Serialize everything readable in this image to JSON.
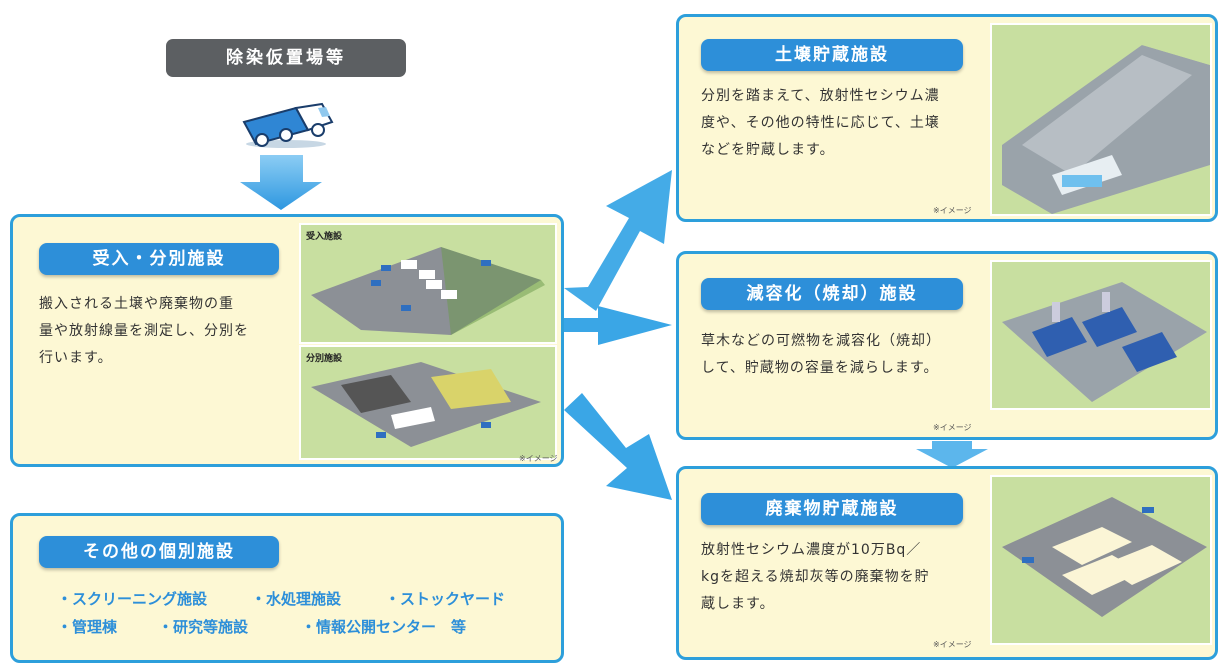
{
  "source": {
    "label": "除染仮置場等"
  },
  "intake": {
    "title": "受入・分別施設",
    "description": "搬入される土壌や廃棄物の重\n量や放射線量を測定し、分別を\n行います。",
    "image1_label": "受入施設",
    "image2_label": "分別施設",
    "note": "※イメージ"
  },
  "soil_storage": {
    "title": "土壌貯蔵施設",
    "description": "分別を踏まえて、放射性セシウム濃\n度や、その他の特性に応じて、土壌\nなどを貯蔵します。",
    "note": "※イメージ"
  },
  "volume_reduction": {
    "title": "減容化（焼却）施設",
    "description": "草木などの可燃物を減容化（焼却）\nして、貯蔵物の容量を減らします。",
    "note": "※イメージ"
  },
  "waste_storage": {
    "title": "廃棄物貯蔵施設",
    "description": "放射性セシウム濃度が10万Bq／\nkgを超える焼却灰等の廃棄物を貯\n蔵します。",
    "note": "※イメージ"
  },
  "other": {
    "title": "その他の個別施設",
    "items": [
      "・スクリーニング施設",
      "・水処理施設",
      "・ストックヤード",
      "・管理棟",
      "・研究等施設",
      "・情報公開センター　等"
    ]
  },
  "colors": {
    "accent": "#2d8fd9",
    "panel_bg": "#fdf8d4",
    "border": "#2d9fdb",
    "arrow": "#3aa6e6",
    "image_bg": "#c8dfa0"
  }
}
